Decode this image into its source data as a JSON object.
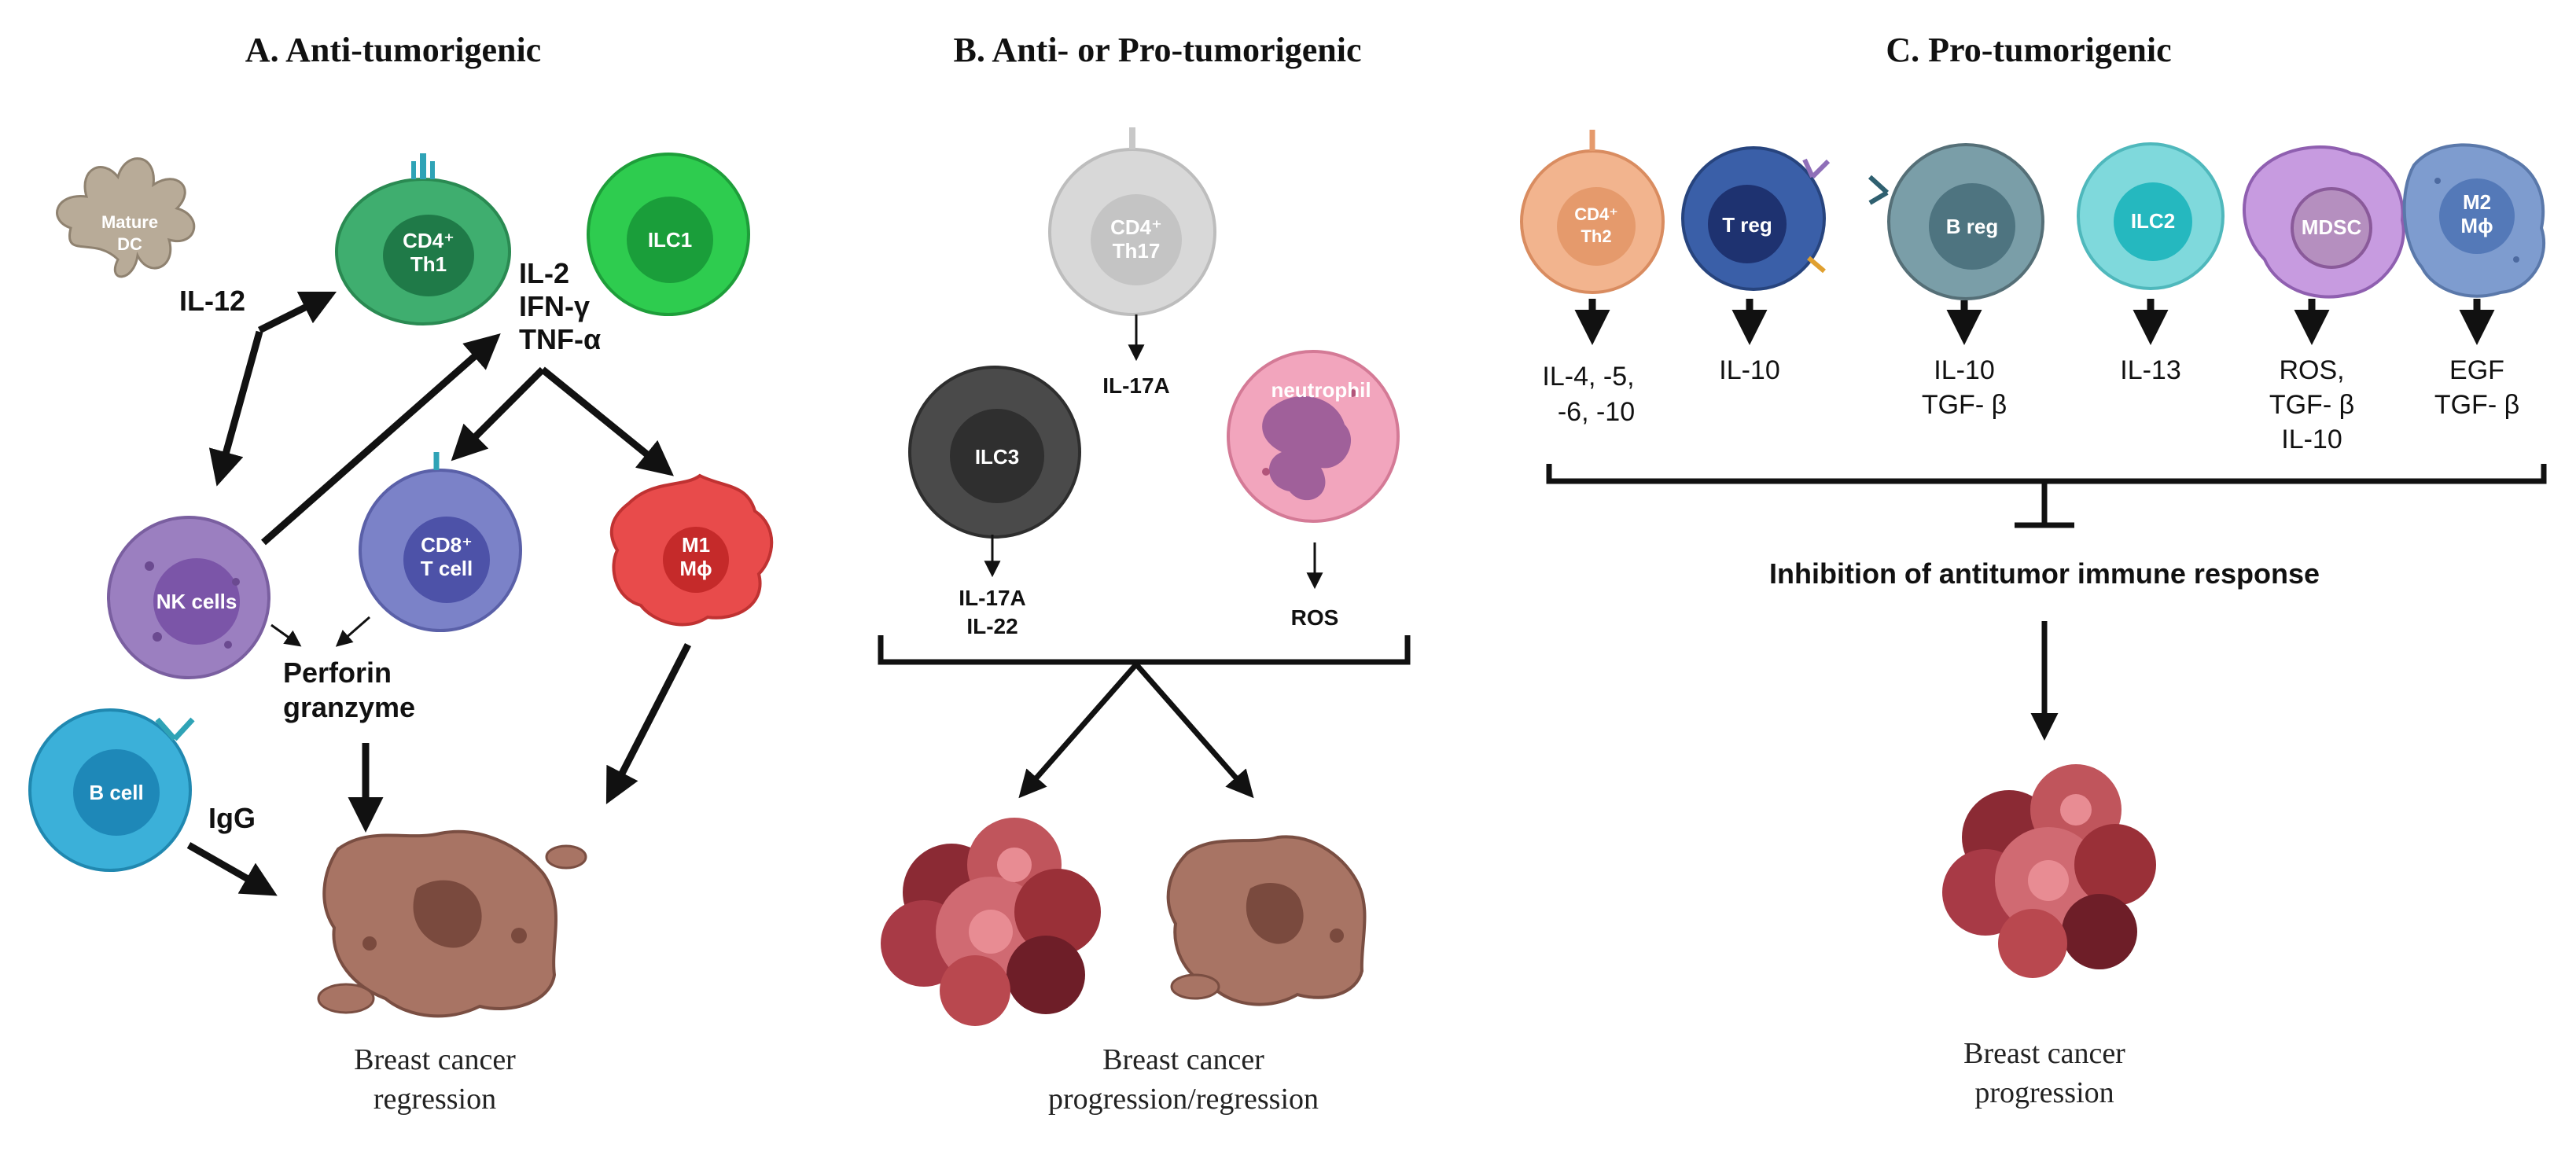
{
  "panels": {
    "a": {
      "title": "A.  Anti-tumorigenic",
      "cells": {
        "dc": [
          "Mature",
          "DC"
        ],
        "th1": [
          "CD4⁺",
          "Th1"
        ],
        "ilc1": [
          "ILC1"
        ],
        "nk": [
          "NK cells"
        ],
        "cd8": [
          "CD8⁺",
          "T cell"
        ],
        "m1": [
          "M1",
          "Mϕ"
        ],
        "bcell": [
          "B cell"
        ]
      },
      "labels": {
        "il12": "IL-12",
        "cytokines": [
          "IL-2",
          "IFN-γ",
          "TNF-α"
        ],
        "perforin": [
          "Perforin",
          "granzyme"
        ],
        "igg": "IgG"
      },
      "outcome": [
        "Breast cancer",
        "regression"
      ]
    },
    "b": {
      "title": "B.  Anti- or Pro-tumorigenic",
      "cells": {
        "th17": [
          "CD4⁺",
          "Th17"
        ],
        "ilc3": [
          "ILC3"
        ],
        "neutrophil": [
          "neutrophil"
        ]
      },
      "labels": {
        "il17a": "IL-17A",
        "ilc3_out": [
          "IL-17A",
          "IL-22"
        ],
        "ros": "ROS"
      },
      "outcome": [
        "Breast cancer",
        "progression/regression"
      ]
    },
    "c": {
      "title": "C.  Pro-tumorigenic",
      "cells": {
        "th2": [
          "CD4⁺",
          "Th2"
        ],
        "treg": [
          "T reg"
        ],
        "breg": [
          "B reg"
        ],
        "ilc2": [
          "ILC2"
        ],
        "mdsc": [
          "MDSC"
        ],
        "m2": [
          "M2",
          "Mϕ"
        ]
      },
      "outputs": {
        "th2": [
          "IL-4, -5,",
          "-6, -10"
        ],
        "treg": [
          "IL-10"
        ],
        "breg": [
          "IL-10",
          "TGF- β"
        ],
        "ilc2": [
          "IL-13"
        ],
        "mdsc": [
          "ROS,",
          "TGF- β",
          "IL-10"
        ],
        "m2": [
          "EGF",
          "TGF- β"
        ]
      },
      "inhibition": "Inhibition of antitumor immune response",
      "outcome": [
        "Breast cancer",
        "progression"
      ]
    }
  },
  "colors": {
    "th1": "#3fae6f",
    "ilc1": "#2ecc4f",
    "dc": "#b8ab98",
    "nk": "#9b7fc0",
    "cd8": "#7b82c8",
    "m1": "#e84b4b",
    "bcell": "#3bb0d9",
    "th17": "#d8d8d8",
    "ilc3": "#4a4a4a",
    "neutrophil": "#f2a5bd",
    "th2": "#f2b48e",
    "treg": "#3a5fa8",
    "breg": "#7a9ea8",
    "ilc2": "#7fd9dc",
    "mdsc": "#c79be0",
    "m2": "#7e9ccf",
    "tumor_brown": "#a87464",
    "tumor_red": "#c0555c"
  }
}
